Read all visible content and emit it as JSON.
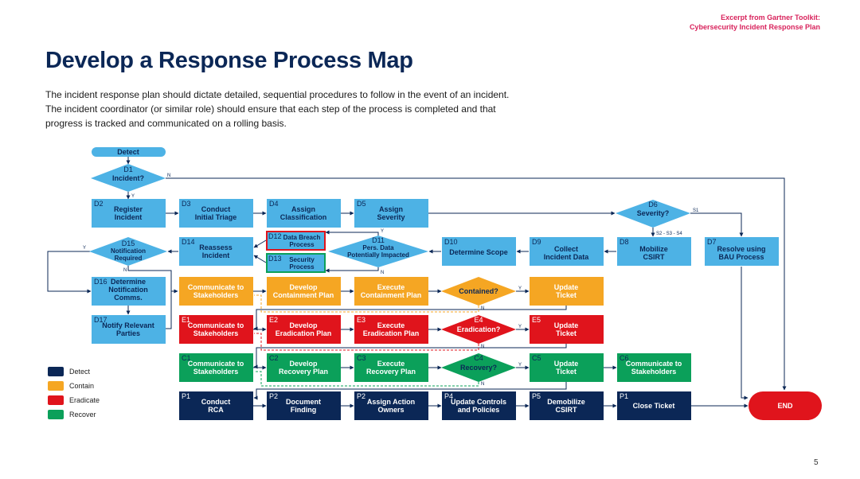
{
  "header": {
    "excerpt_line1": "Excerpt from Gartner Toolkit:",
    "excerpt_line2": "Cybersecurity Incident Response Plan"
  },
  "title": "Develop a Response Process Map",
  "intro": {
    "line1": "The incident response plan should dictate detailed, sequential procedures to follow in the event of an incident.",
    "line2": "The incident coordinator (or similar role) should ensure that each step of the process is completed and that",
    "line3": "progress is tracked and communicated on a rolling basis."
  },
  "colors": {
    "detect": "#4db2e5",
    "detect_dark": "#0b2756",
    "contain": "#f5a623",
    "eradicate": "#e0141c",
    "recover": "#0ba05a",
    "end": "#e0141c",
    "line": "#0b2756"
  },
  "nodes": {
    "detect": {
      "text": "Detect"
    },
    "d1": {
      "id": "D1",
      "text": "Incident?"
    },
    "d2": {
      "id": "D2",
      "l1": "Register",
      "l2": "Incident"
    },
    "d3": {
      "id": "D3",
      "l1": "Conduct",
      "l2": "Initial Triage"
    },
    "d4": {
      "id": "D4",
      "l1": "Assign",
      "l2": "Classification"
    },
    "d5": {
      "id": "D5",
      "l1": "Assign",
      "l2": "Severity"
    },
    "d6": {
      "id": "D6",
      "text": "Severity?"
    },
    "d7": {
      "id": "D7",
      "l1": "Resolve using",
      "l2": "BAU Process"
    },
    "d8": {
      "id": "D8",
      "l1": "Mobilize",
      "l2": "CSIRT"
    },
    "d9": {
      "id": "D9",
      "l1": "Collect",
      "l2": "Incident Data"
    },
    "d10": {
      "id": "D10",
      "l1": "Determine Scope"
    },
    "d11": {
      "id": "D11",
      "l1": "Pers. Data",
      "l2": "Potentially Impacted"
    },
    "d12": {
      "id": "D12",
      "l1": "Data Breach",
      "l2": "Process"
    },
    "d13": {
      "id": "D13",
      "l1": "Security",
      "l2": "Process"
    },
    "d14": {
      "id": "D14",
      "l1": "Reassess",
      "l2": "Incident"
    },
    "d15": {
      "id": "D15",
      "l1": "Notification",
      "l2": "Required"
    },
    "d16": {
      "id": "D16",
      "l1": "Determine",
      "l2": "Notification",
      "l3": "Comms."
    },
    "d17": {
      "id": "D17",
      "l1": "Notify Relevant",
      "l2": "Parties"
    },
    "c_comm": {
      "l1": "Communicate to",
      "l2": "Stakeholders"
    },
    "c_dev": {
      "l1": "Develop",
      "l2": "Containment Plan"
    },
    "c_exec": {
      "l1": "Execute",
      "l2": "Containment Plan"
    },
    "c_q": {
      "text": "Contained?"
    },
    "c_upd": {
      "l1": "Update",
      "l2": "Ticket"
    },
    "e1": {
      "id": "E1",
      "l1": "Communicate to",
      "l2": "Stakeholders"
    },
    "e2": {
      "id": "E2",
      "l1": "Develop",
      "l2": "Eradication Plan"
    },
    "e3": {
      "id": "E3",
      "l1": "Execute",
      "l2": "Eradication Plan"
    },
    "e4": {
      "id": "E4",
      "text": "Eradication?"
    },
    "e5": {
      "id": "E5",
      "l1": "Update",
      "l2": "Ticket"
    },
    "c1": {
      "id": "C1",
      "l1": "Communicate to",
      "l2": "Stakeholders"
    },
    "c2": {
      "id": "C2",
      "l1": "Develop",
      "l2": "Recovery Plan"
    },
    "c3": {
      "id": "C3",
      "l1": "Execute",
      "l2": "Recovery Plan"
    },
    "c4": {
      "id": "C4",
      "text": "Recovery?"
    },
    "c5": {
      "id": "C5",
      "l1": "Update",
      "l2": "Ticket"
    },
    "c6": {
      "id": "C6",
      "l1": "Communicate to",
      "l2": "Stakeholders"
    },
    "p1": {
      "id": "P1",
      "l1": "Conduct",
      "l2": "RCA"
    },
    "p2": {
      "id": "P2",
      "l1": "Document",
      "l2": "Finding"
    },
    "p3": {
      "id": "P2",
      "l1": "Assign Action",
      "l2": "Owners"
    },
    "p4": {
      "id": "P4",
      "l1": "Update Controls",
      "l2": "and Policies"
    },
    "p5": {
      "id": "P5",
      "l1": "Demobilize",
      "l2": "CSIRT"
    },
    "p6": {
      "id": "P1",
      "l1": "Close Ticket"
    },
    "end": {
      "text": "END"
    }
  },
  "edge_labels": {
    "y": "Y",
    "n": "N",
    "s1": "S1",
    "s234": "S2 - S3 - S4"
  },
  "legend": [
    {
      "label": "Detect",
      "color": "#0b2756"
    },
    {
      "label": "Contain",
      "color": "#f5a623"
    },
    {
      "label": "Eradicate",
      "color": "#e0141c"
    },
    {
      "label": "Recover",
      "color": "#0ba05a"
    }
  ],
  "page_number": "5"
}
